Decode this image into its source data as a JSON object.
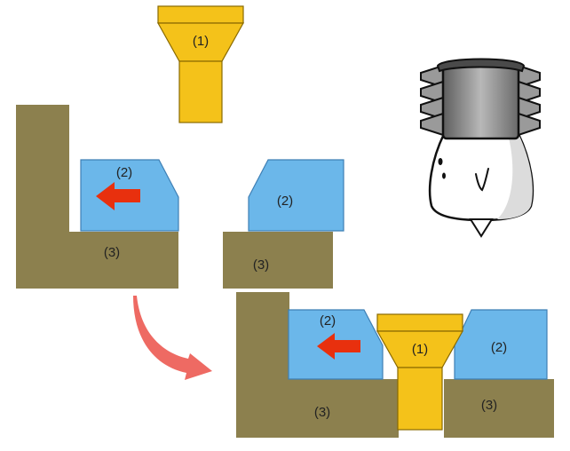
{
  "labels": {
    "part1": "(1)",
    "part2": "(2)",
    "part3": "(3)"
  },
  "colors": {
    "gold": "#F4C21A",
    "gold_stroke": "#8A6A00",
    "blue": "#6BB7EA",
    "blue_stroke": "#3E7FB5",
    "olive": "#8C804E",
    "red_arrow": "#E8300E",
    "curved_arrow": "#EE6A63"
  },
  "icons": {
    "part1": "countersunk-fastener",
    "part2": "slide-direction-arrow",
    "transition": "curved-arrow",
    "mascot": "screw-head-mascot"
  }
}
